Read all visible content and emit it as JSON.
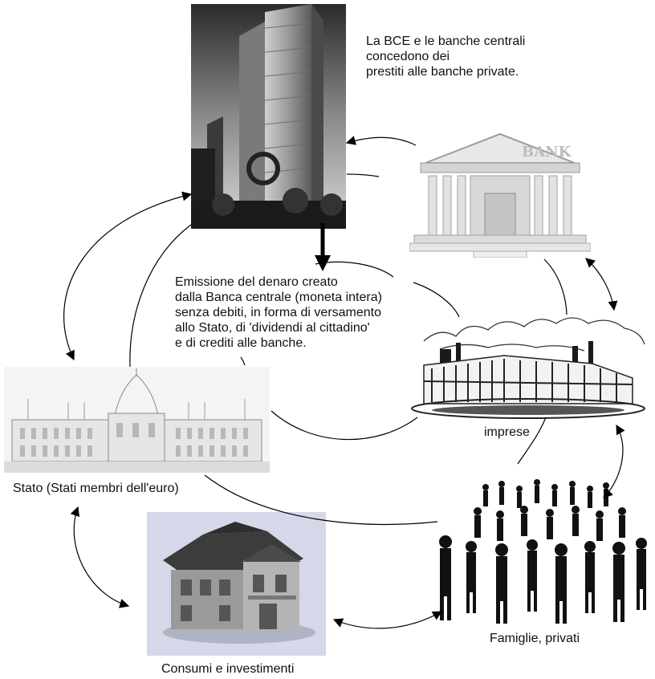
{
  "notes": {
    "bce_loans": [
      "La BCE e le banche centrali",
      "concedono dei",
      "prestiti alle banche private."
    ],
    "emission": [
      "Emissione del denaro creato",
      "dalla Banca centrale (moneta intera)",
      "senza debiti, in forma di versamento",
      "allo Stato, di 'dividendi al cittadino'",
      "e di crediti alle banche."
    ]
  },
  "nodes": {
    "bank_sign": "BANK",
    "imprese": "imprese",
    "stato": "Stato (Stati membri dell'euro)",
    "consumi": "Consumi e investimenti",
    "famiglie": "Famiglie, privati"
  }
}
